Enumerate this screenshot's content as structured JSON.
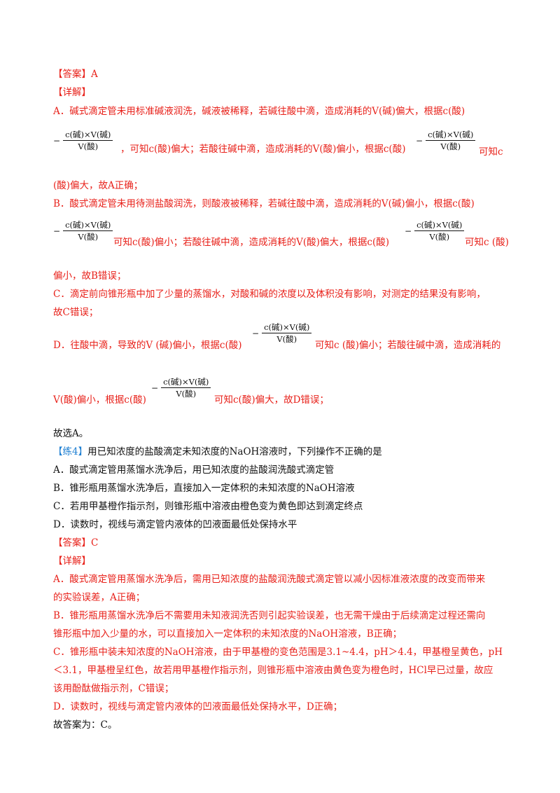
{
  "fraction": {
    "minus": "−",
    "numerator": "c(碱)×V(碱)",
    "denominator": "V(酸)"
  },
  "q3": {
    "answer": "【答案】A",
    "detail_heading": "【详解】",
    "a1": "A．碱式滴定管未用标准碱液润洗，碱液被稀释，若碱往酸中滴，造成消耗的V(碱)偏大，根据c(酸)",
    "a2_mid": "，可知c(酸)偏大；若酸往碱中滴，造成消耗的V(酸)偏小，根据c(酸)",
    "a2_end": "可知c",
    "a3": "(酸)偏大，故A正确；",
    "b1": "B．酸式滴定管未用待测盐酸润洗，则酸液被稀释，若碱往酸中滴，造成消耗的V(碱)偏小，根据c(酸)",
    "b2_mid": "可知c(酸)偏小；若酸往碱中滴，造成消耗的V(酸)偏大，根据c(酸)",
    "b2_end": "可知c (酸)",
    "b3": "偏小，故B错误；",
    "c1": "C．滴定前向锥形瓶中加了少量的蒸馏水，对酸和碱的浓度以及体积没有影响，对测定的结果没有影响，",
    "c2": "故C错误；",
    "d1_start": "D．往酸中滴，导致的V (碱)偏小，根据c(酸)",
    "d1_end": "可知c (酸)偏小；若酸往碱中滴，造成消耗的",
    "d2_start": "V(酸)偏小，根据c(酸)",
    "d2_end": "可知c(酸)偏大，故D错误；",
    "conclusion": "故选A。"
  },
  "q4": {
    "tag": "【练4】",
    "question": "用已知浓度的盐酸滴定未知浓度的NaOH溶液时，下列操作不正确的是",
    "options": [
      "A．酸式滴定管用蒸馏水洗净后，用已知浓度的盐酸润洗酸式滴定管",
      "B．锥形瓶用蒸馏水洗净后，直接加入一定体积的未知浓度的NaOH溶液",
      "C．若用甲基橙作指示剂，则锥形瓶中溶液由橙色变为黄色即达到滴定终点",
      "D．读数时，视线与滴定管内液体的凹液面最低处保持水平"
    ],
    "answer": "【答案】C",
    "detail_heading": "【详解】",
    "explanation": [
      "A．酸式滴定管用蒸馏水洗净后，需用已知浓度的盐酸润洗酸式滴定管以减小因标准液浓度的改变而带来",
      "的实验误差，A正确；",
      "B．锥形瓶用蒸馏水洗净后不需要用未知液润洗否则引起实验误差，也无需干燥由于后续滴定过程还需向",
      "锥形瓶中加入少量的水，可以直接加入一定体积的未知浓度的NaOH溶液，B正确；",
      "C．锥形瓶中装未知浓度的NaOH溶液，由于甲基橙的变色范围是3.1~4.4，pH＞4.4，甲基橙呈黄色，pH",
      "＜3.1，甲基橙呈红色，故若用甲基橙作指示剂，则锥形瓶中溶液由黄色变为橙色时，HCl早已过量，故应",
      "该用酚酞做指示剂，C错误；",
      "D．读数时，视线与滴定管内液体的凹液面最低处保持水平，D正确；"
    ],
    "conclusion": "故答案为：C。"
  }
}
